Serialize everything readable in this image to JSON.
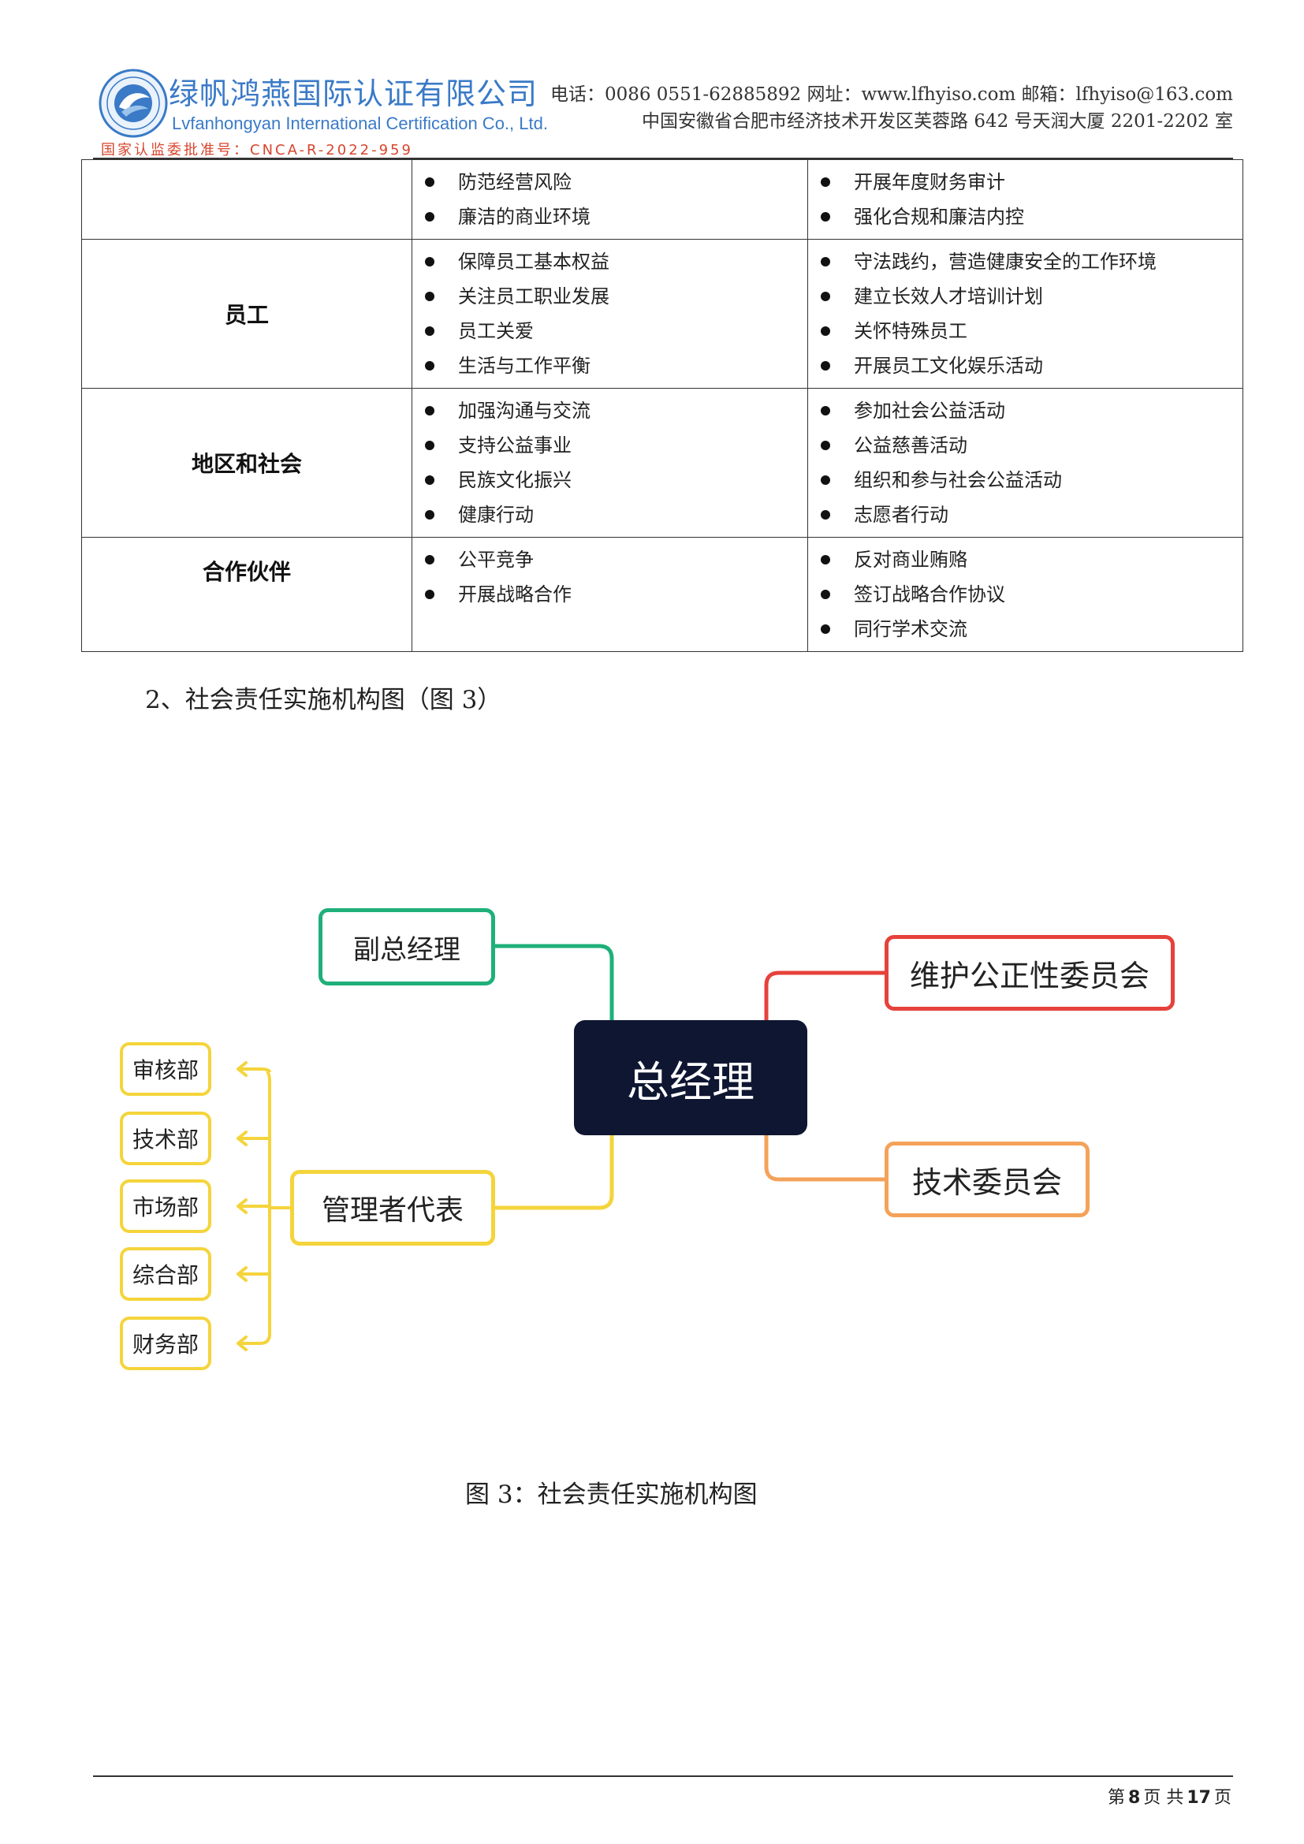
{
  "header": {
    "company_cn": "绿帆鸿燕国际认证有限公司",
    "company_en": "Lvfanhongyan International Certification Co., Ltd.",
    "approval": "国家认监委批准号：CNCA-R-2022-959",
    "contact_line": "电话：0086 0551-62885892 网址：www.lfhyiso.com 邮箱：lfhyiso@163.com",
    "address_line": "中国安徽省合肥市经济技术开发区芙蓉路 642 号天润大厦 2201-2202 室",
    "colors": {
      "brand_blue": "#3a7ac7",
      "approval_red": "#d8442c"
    }
  },
  "table": {
    "rows": [
      {
        "stakeholder": "",
        "left": [
          "防范经营风险",
          "廉洁的商业环境"
        ],
        "right": [
          "开展年度财务审计",
          "强化合规和廉洁内控"
        ]
      },
      {
        "stakeholder": "员工",
        "left": [
          "保障员工基本权益",
          "关注员工职业发展",
          "员工关爱",
          "生活与工作平衡"
        ],
        "right": [
          "守法践约，营造健康安全的工作环境",
          "建立长效人才培训计划",
          "关怀特殊员工",
          "开展员工文化娱乐活动"
        ]
      },
      {
        "stakeholder": "地区和社会",
        "left": [
          "加强沟通与交流",
          "支持公益事业",
          "民族文化振兴",
          "健康行动"
        ],
        "right": [
          "参加社会公益活动",
          "公益慈善活动",
          "组织和参与社会公益活动",
          "志愿者行动"
        ]
      },
      {
        "stakeholder": "合作伙伴",
        "left": [
          "公平竞争",
          "开展战略合作"
        ],
        "right": [
          "反对商业贿赂",
          "签订战略合作协议",
          "同行学术交流"
        ]
      }
    ]
  },
  "section_title": "2、社会责任实施机构图（图 3）",
  "org_chart": {
    "center": "总经理",
    "deputy": "副总经理",
    "committee_fairness": "维护公正性委员会",
    "committee_tech": "技术委员会",
    "mgmt_rep": "管理者代表",
    "departments": [
      "审核部",
      "技术部",
      "市场部",
      "综合部",
      "财务部"
    ],
    "colors": {
      "center": "#0f1631",
      "green": "#1fb07a",
      "red": "#e5423b",
      "orange": "#f4a25a",
      "yellow": "#f4d43b"
    }
  },
  "caption": "图 3：社会责任实施机构图",
  "footer": {
    "page_prefix": "第",
    "page": "8",
    "page_mid": "页 共",
    "total": "17",
    "page_suffix": "页"
  }
}
